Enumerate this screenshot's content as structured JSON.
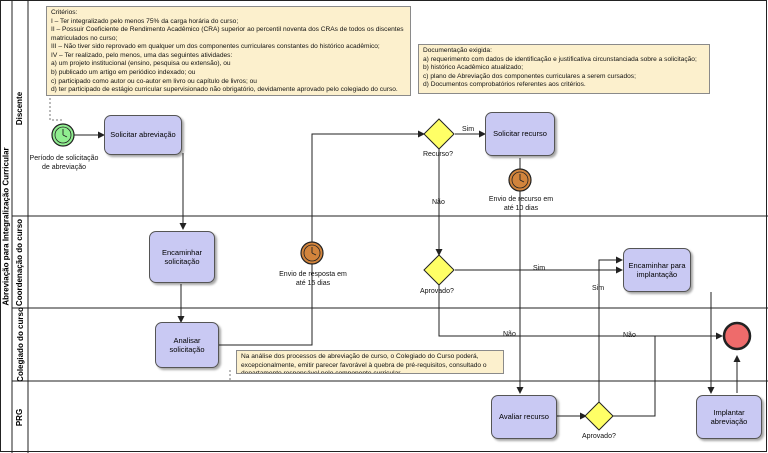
{
  "pool": {
    "title": "Abreviação para Integralização Curricular"
  },
  "lanes": [
    {
      "label": "Discente"
    },
    {
      "label": "Coordenação do curso"
    },
    {
      "label": "Colegiado do curso"
    },
    {
      "label": "PRG"
    }
  ],
  "tasks": {
    "solicitar_abreviacao": "Solicitar abreviação",
    "solicitar_recurso": "Solicitar recurso",
    "encaminhar_solicitacao": "Encaminhar solicitação",
    "analisar_solicitacao": "Analisar solicitação",
    "encaminhar_implantacao": "Encaminhar para implantação",
    "avaliar_recurso": "Avaliar recurso",
    "implantar_abreviacao": "Implantar abreviação"
  },
  "events": {
    "start_label": "Período de solicitação de abreviação",
    "timer_recurso": "Envio de recurso em até 10 dias",
    "timer_resposta": "Envio de resposta em até 15 dias"
  },
  "gateways": {
    "recurso": "Recurso?",
    "aprovado_coord": "Aprovado?",
    "aprovado_prg": "Aprovado?"
  },
  "flow_labels": {
    "sim_recurso": "Sim",
    "nao_recurso": "Não",
    "sim_aprovado": "Sim",
    "nao_aprovado": "Não",
    "sim_prg": "Sim",
    "nao_prg": "Não"
  },
  "notes": {
    "criterios": "Critérios:\nI – Ter integralizado pelo menos 75% da carga horária do curso;\nII – Possuir Coeficiente de Rendimento Acadêmico (CRA) superior ao percentil noventa dos CRAs de todos os discentes matriculados no curso;\nIII – Não tiver sido reprovado em qualquer um dos componentes curriculares constantes do histórico acadêmico;\nIV – Ter realizado, pelo menos, uma das seguintes atividades:\na) um projeto institucional (ensino, pesquisa ou extensão), ou\nb) publicado um artigo em periódico indexado; ou\nc) participado como autor ou co-autor em livro ou capítulo de livros; ou\nd) ter participado de estágio curricular supervisionado não obrigatório, devidamente aprovado pelo colegiado do curso.",
    "documentacao": "Documentação exigida:\na) requerimento com dados de identificação e justificativa circunstanciada sobre a solicitação;\nb) histórico Acadêmico atualizado;\nc) plano de Abreviação dos componentes curriculares a serem cursados;\nd) Documentos comprobatórios referentes aos critérios.",
    "colegiado": "Na análise dos processos de abreviação de curso, o Colegiado do Curso poderá, excepcionalmente, emitir parecer favorável à quebra de pré-requisitos, consultado o departamento responsável pelo componente curricular"
  },
  "colors": {
    "task_fill": "#c9c9f3",
    "note_fill": "#fcf0cd",
    "start_fill": "#90ee90",
    "timer_fill": "#d2843c",
    "end_fill": "#ee6b6b",
    "gateway_fill": "#ffff66"
  }
}
